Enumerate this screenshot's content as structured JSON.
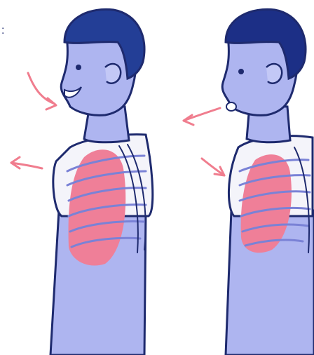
{
  "corner_mark": ":",
  "colors": {
    "hair": "#233e96",
    "hair_dark": "#1c2f86",
    "skin": "#aeb5f0",
    "skin_light": "#c3c8f6",
    "outline": "#1e2a6e",
    "shirt": "#f4f4fa",
    "lung": "#ef7f98",
    "rib": "#7a82d6",
    "arrow": "#f07d8e"
  },
  "figures": [
    {
      "name": "inhale",
      "breath_direction": "in",
      "chest_direction": "out"
    },
    {
      "name": "exhale",
      "breath_direction": "out",
      "chest_direction": "in"
    }
  ]
}
